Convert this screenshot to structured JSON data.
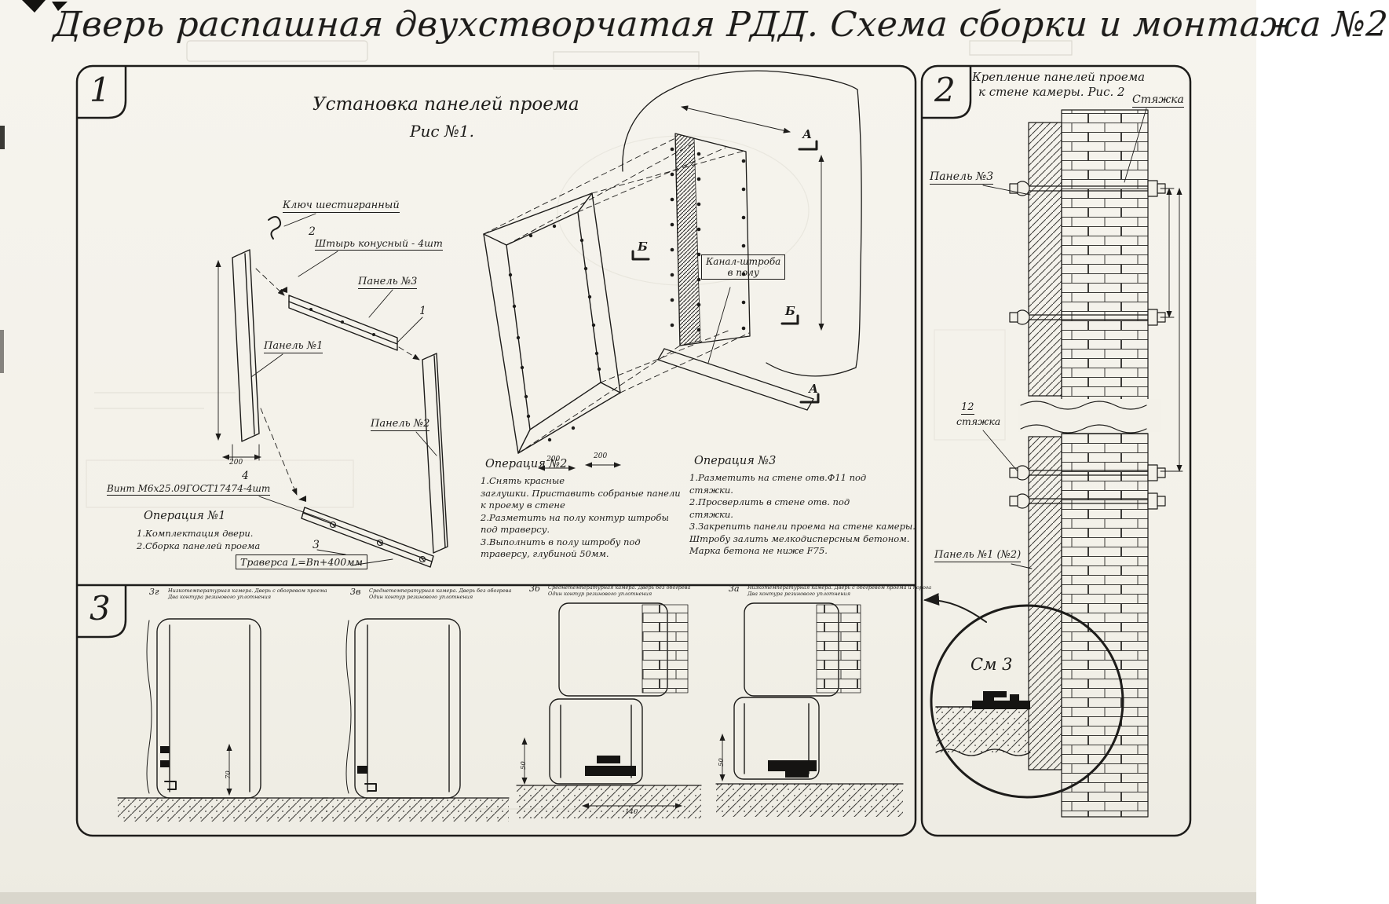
{
  "page": {
    "title": "Дверь распашная двухстворчатая РДД.  Схема сборки и монтажа №2"
  },
  "fig1": {
    "corner_number": "1",
    "heading": "Установка панелей проема",
    "subheading": "Рис №1.",
    "labels": {
      "hex_key": "Ключ шестигранный",
      "pin_item_no": "2",
      "pin": "Штырь конусный - 4шт",
      "panel3": "Панель №3",
      "panel3_item_no": "1",
      "panel1": "Панель №1",
      "panel2": "Панель №2",
      "screw_item_no": "4",
      "screw": "Винт М6х25.09ГОСТ17474-4шт",
      "traverse_item_no": "3",
      "traverse": "Траверса  L=Bn+400мм",
      "floor_channel_line1": "Канал-штроба",
      "floor_channel_line2": "в полу",
      "section_a": "А",
      "section_b": "Б"
    },
    "dims": {
      "panel1_width": "200",
      "frame_left": "200",
      "frame_right": "200"
    },
    "op1": {
      "title": "Операция №1",
      "lines": [
        "1.Комплектация двери.",
        "2.Сборка панелей проема"
      ]
    },
    "op2": {
      "title": "Операция №2",
      "lines": [
        "1.Снять красные",
        "заглушки. Приставить собраные панели",
        "к проему в стене",
        "2.Разметить на полу контур штробы",
        "под траверсу.",
        "3.Выполнить в полу штробу под",
        "траверсу, глубиной 50мм."
      ]
    },
    "op3": {
      "title": "Операция №3",
      "lines": [
        "1.Разметить на стене отв.Ф11 под",
        "стяжки.",
        "2.Просверлить в стене отв.  под",
        "стяжки.",
        "3.Закрепить панели проема на стене камеры.",
        "Штробу залить мелкодисперсным бетоном.",
        "Марка бетона не ниже   F75."
      ]
    }
  },
  "fig2": {
    "corner_number": "2",
    "heading_line1": "Крепление панелей проема",
    "heading_line2": "к стене камеры. Рис. 2",
    "labels": {
      "tie_top": "Стяжка",
      "panel3": "Панель №3",
      "tie_item_no": "12",
      "tie": "стяжка",
      "panel12": "Панель №1 (№2)",
      "see_detail": "См 3"
    }
  },
  "fig3": {
    "corner_number": "3",
    "details": [
      {
        "id": "3г",
        "caption_line1": "Низкотемпературная камера. Дверь с обогревом проема",
        "caption_line2": "Два контура резинового уплотнения",
        "dim_v": "70"
      },
      {
        "id": "3в",
        "caption_line1": "Среднетемпературная камера. Дверь без обогрева",
        "caption_line2": "Один контур резинового уплотнения"
      },
      {
        "id": "3б",
        "caption_line1": "Среднетемпературная камера. Дверь без обогрева",
        "caption_line2": "Один контур резинового уплотнения",
        "dim_h": "140",
        "dim_v": "50"
      },
      {
        "id": "3а",
        "caption_line1": "Низкотемпературная камера. Дверь с обогревом проема и порога",
        "caption_line2": "Два контура резинового уплотнения",
        "dim_v": "50"
      }
    ]
  }
}
